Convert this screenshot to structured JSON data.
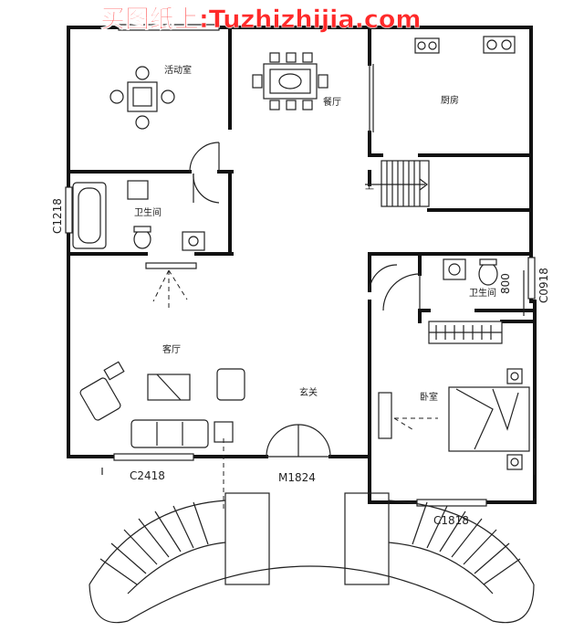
{
  "watermark": "买图纸上:Tuzhizhijia.com",
  "rooms": {
    "activity": "活动室",
    "dining": "餐厅",
    "kitchen": "厨房",
    "bath_left": "卫生间",
    "bath_right": "卫生间",
    "living": "客厅",
    "foyer": "玄关",
    "bedroom": "卧室"
  },
  "stair_label": "上",
  "codes": {
    "c1218": "C1218",
    "c0918": "C0918",
    "c2418": "C2418",
    "m1824": "M1824",
    "c1818": "C1818",
    "d800": "800"
  }
}
